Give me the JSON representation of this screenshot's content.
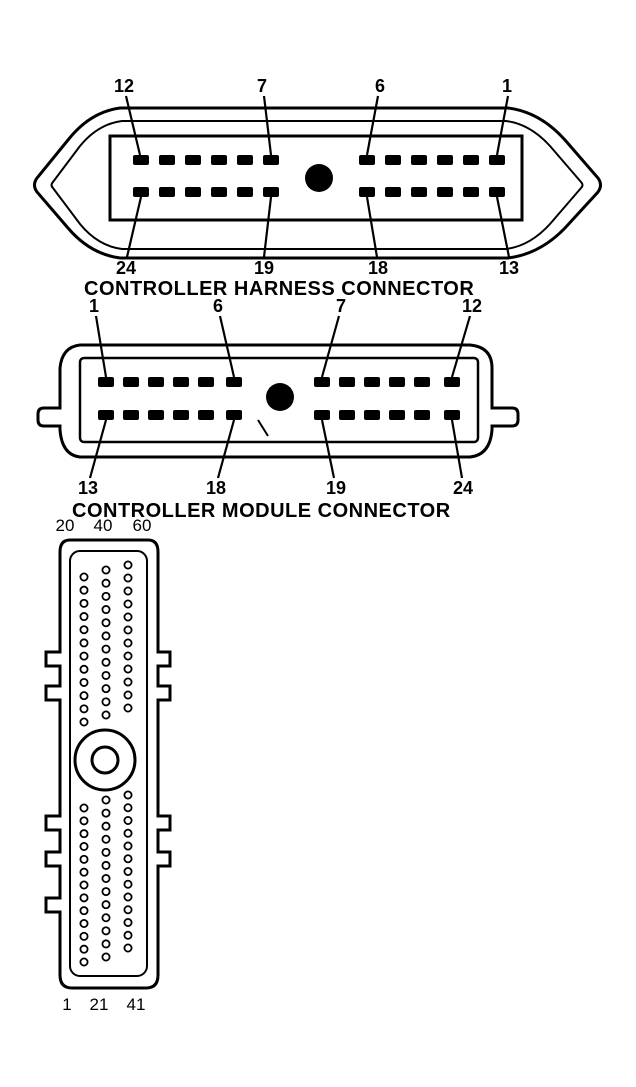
{
  "harness": {
    "title": "CONTROLLER HARNESS CONNECTOR",
    "top_pins": [
      "12",
      "7",
      "6",
      "1"
    ],
    "bottom_pins": [
      "24",
      "19",
      "18",
      "13"
    ]
  },
  "module": {
    "title": "CONTROLLER MODULE CONNECTOR",
    "top_pins": [
      "1",
      "6",
      "7",
      "12"
    ],
    "bottom_pins": [
      "13",
      "18",
      "19",
      "24"
    ]
  },
  "connector60": {
    "top_labels": [
      "20",
      "40",
      "60"
    ],
    "bottom_labels": [
      "1",
      "21",
      "41"
    ]
  }
}
